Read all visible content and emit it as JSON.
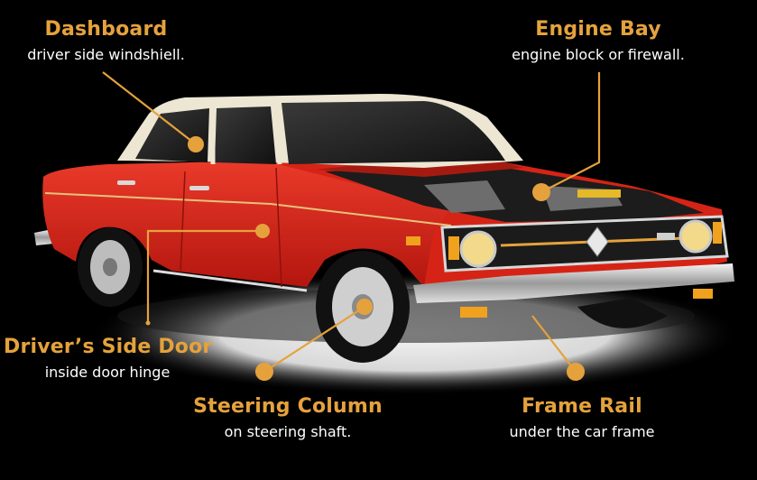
{
  "colors": {
    "accent": "#e5a23c",
    "car_body": "#d9271c",
    "roof": "#ece6d2",
    "background": "#000000",
    "subtitle": "#ffffff"
  },
  "callouts": [
    {
      "id": "dashboard",
      "title": "Dashboard",
      "subtitle": "driver side windshiell."
    },
    {
      "id": "engine_bay",
      "title": "Engine Bay",
      "subtitle": "engine block or firewall."
    },
    {
      "id": "drivers_side_door",
      "title": "Driver’s Side Door",
      "subtitle": "inside door hinge"
    },
    {
      "id": "steering_column",
      "title": "Steering Column",
      "subtitle": "on steering shaft."
    },
    {
      "id": "frame_rail",
      "title": "Frame Rail",
      "subtitle": "under the car frame"
    }
  ]
}
